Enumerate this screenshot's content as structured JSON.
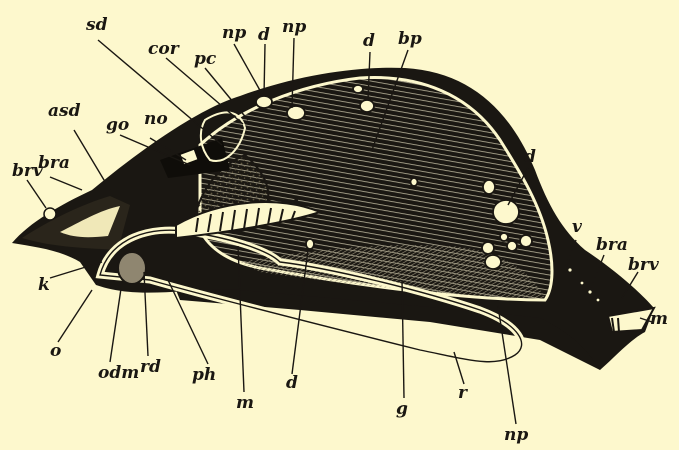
{
  "diagram": {
    "labels": {
      "sd": "sd",
      "np_1": "np",
      "np_2": "np",
      "np_3": "np",
      "d_1": "d",
      "d_2": "d",
      "d_3": "d",
      "d_4": "d",
      "bp": "bp",
      "cor": "cor",
      "pc": "pc",
      "asd": "asd",
      "go": "go",
      "no": "no",
      "brv_left": "brv",
      "bra_left": "bra",
      "k": "k",
      "o": "o",
      "odm": "odm",
      "rd": "rd",
      "ph": "ph",
      "m_1": "m",
      "m_2": "m",
      "g": "g",
      "r": "r",
      "v": "v",
      "bra_right": "bra",
      "brv_right": "brv"
    },
    "colors": {
      "background": "#fdf8cd",
      "ink": "#1a1712",
      "hatch": "#b9b39a",
      "dense_hatch": "#9a937b"
    }
  }
}
